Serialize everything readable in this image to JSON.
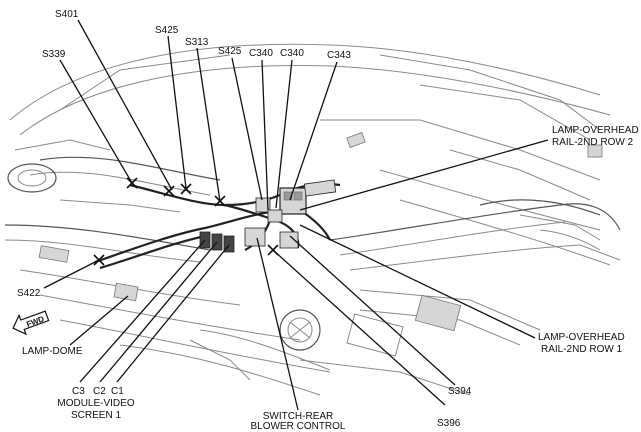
{
  "labels": {
    "s401": "S401",
    "s425_top": "S425",
    "s313": "S313",
    "s339": "S339",
    "s425_mid": "S425",
    "c340_a": "C340",
    "c340_b": "C340",
    "c343": "C343",
    "lamp_overhead_row2": [
      "LAMP-OVERHEAD",
      "RAIL-2ND ROW 2"
    ],
    "lamp_overhead_row1": [
      "LAMP-OVERHEAD",
      "RAIL-2ND ROW 1"
    ],
    "s422": "S422",
    "lamp_dome": "LAMP-DOME",
    "c3": "C3",
    "c2": "C2",
    "c1": "C1",
    "module_video": [
      "MODULE-VIDEO",
      "SCREEN 1"
    ],
    "switch_rear": [
      "SWITCH-REAR",
      "BLOWER CONTROL"
    ],
    "s394": "S394",
    "s396": "S396",
    "fwd_arrow": "FWD"
  }
}
